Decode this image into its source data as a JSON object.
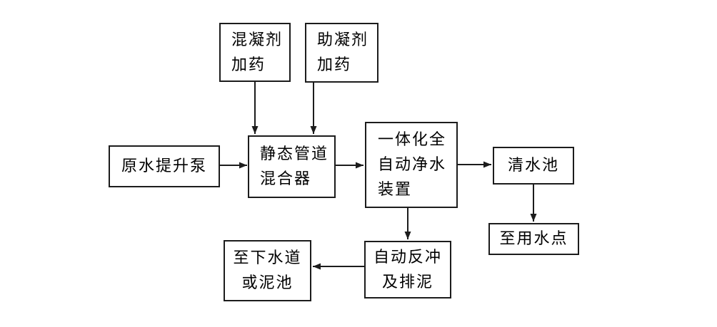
{
  "diagram": {
    "type": "flowchart",
    "subject": "water-treatment-process-flow",
    "colors": {
      "line": "#1c1c1c",
      "border": "#1c1c1c",
      "text": "#000000",
      "background": "#ffffff"
    },
    "nodes": {
      "coagulant_dosing": {
        "lines": [
          "混凝剂",
          "加药"
        ]
      },
      "coagulant_aid_dosing": {
        "lines": [
          "助凝剂",
          "加药"
        ]
      },
      "raw_water_pump": {
        "label": "原水提升泵"
      },
      "static_mixer": {
        "lines": [
          "静态管道",
          "混合器"
        ]
      },
      "purifier": {
        "lines": [
          "一体化全",
          "自动净水",
          "装置"
        ]
      },
      "clear_water_tank": {
        "label": "清水池"
      },
      "water_use_point": {
        "label": "至用水点"
      },
      "backwash_sludge": {
        "lines": [
          "自动反冲",
          "及排泥"
        ]
      },
      "sewer_mud_pool": {
        "lines": [
          "至下水道",
          "或泥池"
        ]
      }
    },
    "edges": [
      {
        "from": "coagulant_dosing",
        "to": "static_mixer",
        "direction": "down"
      },
      {
        "from": "coagulant_aid_dosing",
        "to": "static_mixer",
        "direction": "down"
      },
      {
        "from": "raw_water_pump",
        "to": "static_mixer",
        "direction": "right"
      },
      {
        "from": "static_mixer",
        "to": "purifier",
        "direction": "right"
      },
      {
        "from": "purifier",
        "to": "clear_water_tank",
        "direction": "right"
      },
      {
        "from": "clear_water_tank",
        "to": "water_use_point",
        "direction": "down"
      },
      {
        "from": "purifier",
        "to": "backwash_sludge",
        "direction": "down"
      },
      {
        "from": "backwash_sludge",
        "to": "sewer_mud_pool",
        "direction": "left"
      }
    ]
  }
}
